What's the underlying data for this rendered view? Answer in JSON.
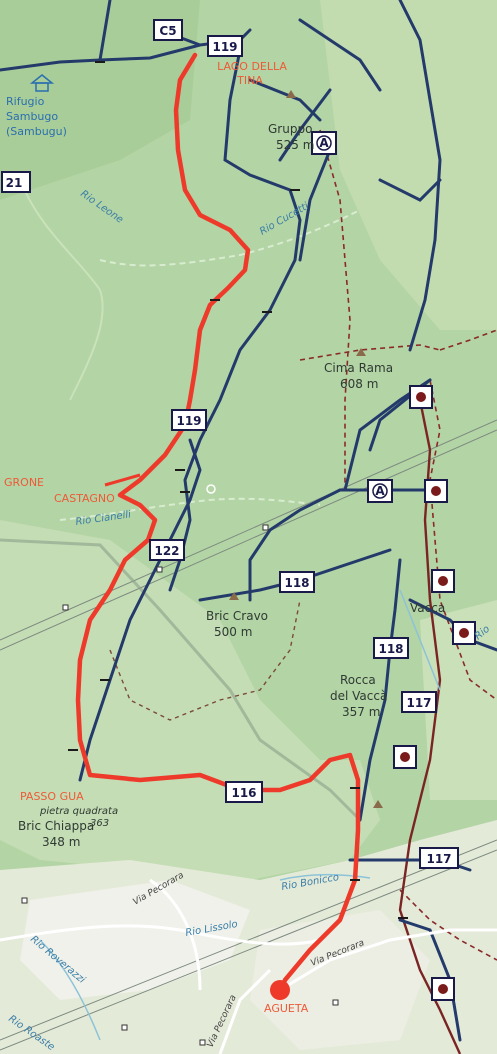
{
  "map": {
    "colors": {
      "forest": "#b3d4a4",
      "forest_dark": "#a3c994",
      "meadow": "#cfe3c1",
      "urban": "#eef0e8",
      "blue_trail": "#243a6b",
      "route": "#ee3a2a",
      "brown_trail": "#8a2a2a",
      "water": "#8cc3d8"
    },
    "places": {
      "lago": "LAGO DELLA",
      "lago2": "TINA",
      "rifugio1": "Rifugio",
      "rifugio2": "Sambugo",
      "rifugio3": "(Sambugu)",
      "gruppo": "Gruppo",
      "gruppo_m": "525 m",
      "cima_rama": "Cima Rama",
      "cima_rama_m": "608 m",
      "grone": "GRONE",
      "castagno": "CASTAGNO",
      "bric_cravo": "Bric Cravo",
      "bric_cravo_m": "500 m",
      "vacca": "Vacca",
      "rocca1": "Rocca",
      "rocca2": "del Vaccà",
      "rocca_m": "357 m",
      "passo_gua": "PASSO GUA",
      "pietra": "pietra quadrata",
      "pietra_n": "363",
      "bric_chi": "Bric Chiappa",
      "bric_chi_m": "348 m",
      "agueta": "AGUETA"
    },
    "waters": {
      "rio_leone": "Rio Leone",
      "rio_cucetti": "Rio Cucetti",
      "rio_cianelli": "Rio Cianelli",
      "rio_bonicco": "Rio Bonicco",
      "rio_lissolo": "Rio Lissolo",
      "rio_roverazzi": "Rio Roverazzi",
      "rio_roaste": "Rio Roaste",
      "rio_right": "Rio"
    },
    "roads": {
      "via_pecorara1": "Via Pecorara",
      "via_pecorara2": "Via Pecorara",
      "via_pecorara3": "Via Pecorara"
    },
    "shields": {
      "s119a": "119",
      "s119b": "119",
      "s122": "122",
      "s118a": "118",
      "s118b": "118",
      "s117a": "117",
      "s117b": "117",
      "s116": "116",
      "s21": "21",
      "sC5": "C5",
      "sA1": "A",
      "sA2": "A"
    }
  }
}
